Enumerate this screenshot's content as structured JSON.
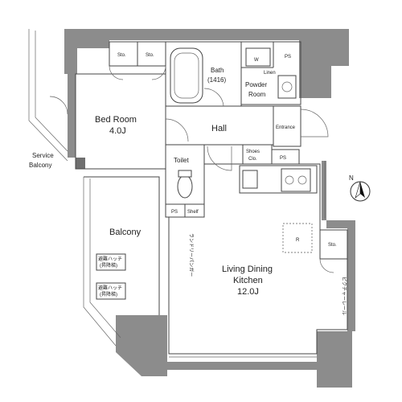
{
  "rooms": {
    "bedroom": {
      "name": "Bed Room",
      "area": "4.0J"
    },
    "bath": {
      "name": "Bath",
      "size": "(1416)"
    },
    "powder": {
      "line1": "Powder",
      "line2": "Room"
    },
    "hall": "Hall",
    "entrance": "Entrance",
    "toilet": "Toilet",
    "ldk": {
      "line1": "Living Dining",
      "line2": "Kitchen",
      "area": "12.0J"
    },
    "balcony": "Balcony",
    "service_balcony": {
      "line1": "Service",
      "line2": "Balcony"
    }
  },
  "storage": {
    "sto1": "Sto.",
    "sto2": "Sto.",
    "sto3": "Sto.",
    "w": "W",
    "linen": "Linen",
    "ps1": "PS",
    "ps2": "PS",
    "ps3": "PS",
    "shoes": {
      "line1": "Shoes",
      "line2": "Clo."
    },
    "shelf": "Shelf",
    "fridge": "R"
  },
  "hatch": {
    "h1": {
      "line1": "避難ハッチ",
      "line2": "(昇降梯)"
    },
    "h2": {
      "line1": "避難ハッチ",
      "line2": "(昇降梯)"
    }
  },
  "rails": {
    "r1": "ランドリーパンガー",
    "r2": "ピクチャーレール"
  },
  "compass": {
    "north": "N"
  }
}
